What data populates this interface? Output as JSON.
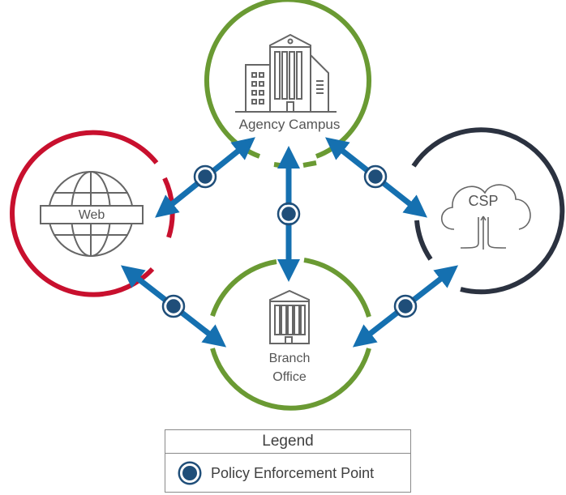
{
  "nodes": {
    "agency_campus": {
      "label": "Agency Campus",
      "color": "#6a9a33",
      "icon": "office-campus-icon"
    },
    "web": {
      "label": "Web",
      "color": "#c8102e",
      "icon": "globe-icon"
    },
    "csp": {
      "label": "CSP",
      "color": "#2b3240",
      "icon": "cloud-icon"
    },
    "branch_office": {
      "label_line1": "Branch",
      "label_line2": "Office",
      "color": "#6a9a33",
      "icon": "branch-building-icon"
    }
  },
  "connections": [
    {
      "from": "agency_campus",
      "to": "web",
      "has_enforcement_point": true
    },
    {
      "from": "agency_campus",
      "to": "csp",
      "has_enforcement_point": true
    },
    {
      "from": "agency_campus",
      "to": "branch_office",
      "has_enforcement_point": true
    },
    {
      "from": "web",
      "to": "branch_office",
      "has_enforcement_point": true
    },
    {
      "from": "csp",
      "to": "branch_office",
      "has_enforcement_point": true
    }
  ],
  "colors": {
    "arrow": "#1570b0",
    "enforcement_point": "#1f4e79",
    "icon_stroke": "#666666"
  },
  "legend": {
    "title": "Legend",
    "item_label": "Policy Enforcement Point",
    "item_icon": "policy-enforcement-point-icon"
  }
}
